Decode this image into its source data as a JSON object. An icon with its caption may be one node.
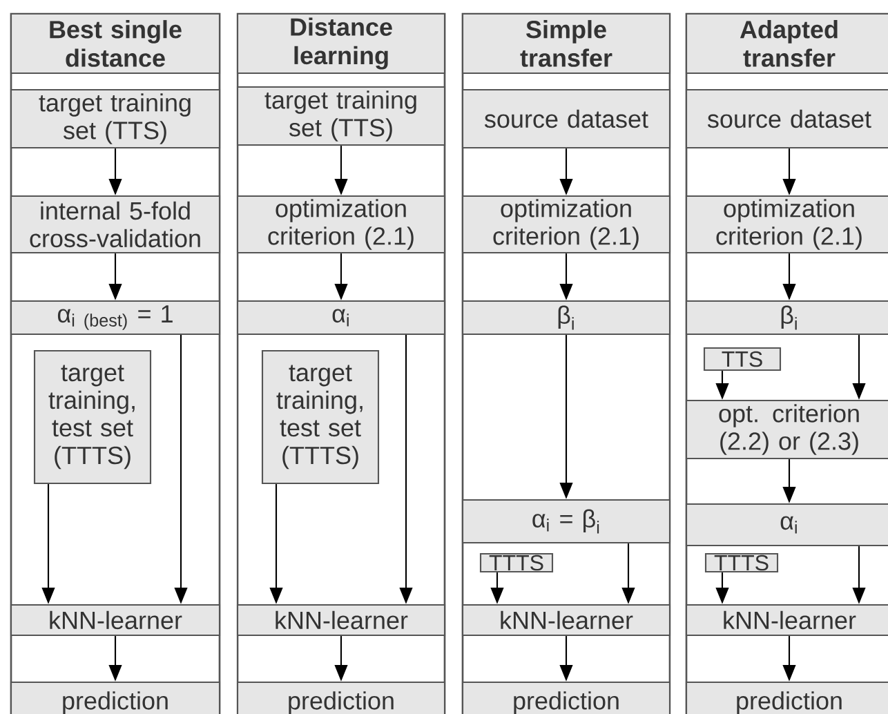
{
  "diagram": {
    "nodes": [
      {
        "text": [],
        "shape": "box"
      },
      {
        "text": [
          "Best single distance"
        ],
        "in": 0
      },
      {
        "text": [
          "target training set (TTS)"
        ],
        "in": 0
      },
      {
        "text": [
          "internal 5-fold cross-validation"
        ],
        "in": 0
      },
      {
        "text": [
          "\\text{α}_{\\text{i (best)}}\\text{ = 1}"
        ],
        "in": 0
      },
      {
        "text": [
          "target training, test set (TTTS)"
        ],
        "in": 0
      },
      {
        "text": [
          "kNN-learner"
        ],
        "in": 0
      },
      {
        "text": [
          "prediction"
        ],
        "in": 0
      },
      {
        "text": [],
        "shape": "box"
      },
      {
        "text": [
          "Distance learning"
        ],
        "in": 8
      },
      {
        "text": [
          "target training set (TTS)"
        ],
        "in": 8
      },
      {
        "text": [
          "optimization criterion (2.1)"
        ],
        "in": 8
      },
      {
        "text": [
          "\\text{α}_{\\text{i}}"
        ],
        "in": 8
      },
      {
        "text": [
          "target training, test set (TTTS)"
        ],
        "in": 8
      },
      {
        "text": [
          "kNN-learner"
        ],
        "in": 8
      },
      {
        "text": [
          "prediction"
        ],
        "in": 8
      },
      {
        "text": [],
        "shape": "box"
      },
      {
        "text": [
          "Simple transfer"
        ],
        "in": 16
      },
      {
        "text": [
          "source dataset"
        ],
        "in": 16
      },
      {
        "text": [
          "optimization criterion (2.1)"
        ],
        "in": 16
      },
      {
        "text": [
          "\\text{β}_{\\text{i}}"
        ],
        "in": 16
      },
      {
        "text": [
          "\\text{α}_{\\text{i}}\\text{ = β}_{\\text{i}}"
        ],
        "in": 16
      },
      {
        "text": [
          "TTTS"
        ],
        "in": 16
      },
      {
        "text": [
          "kNN-learner"
        ],
        "in": 16
      },
      {
        "text": [
          "prediction"
        ],
        "in": 16
      },
      {
        "text": [],
        "shape": "box"
      },
      {
        "text": [
          "Adapted transfer"
        ],
        "in": 25
      },
      {
        "text": [
          "source dataset"
        ],
        "in": 25
      },
      {
        "text": [
          "optimization criterion (2.1)"
        ],
        "in": 25
      },
      {
        "text": [
          "\\text{β}_{\\text{i}}"
        ],
        "in": 25
      },
      {
        "text": [
          "TTS"
        ],
        "in": 25
      },
      {
        "text": [
          "opt. criterion (2.2) or (2.3)"
        ],
        "in": 25
      },
      {
        "text": [
          "\\text{α}_{\\text{i}}"
        ],
        "in": 25
      },
      {
        "text": [
          "TTTS"
        ],
        "in": 25
      },
      {
        "text": [
          "kNN-learner"
        ],
        "in": 25
      },
      {
        "text": [
          "prediction"
        ],
        "in": 25
      }
    ],
    "edges": [
      {
        "from": 2,
        "to": 3,
        "arrow": "to"
      },
      {
        "from": 3,
        "to": 4,
        "arrow": "to"
      },
      {
        "from": 5,
        "to": 6,
        "arrow": "to"
      },
      {
        "from": 4,
        "to": 6,
        "arrow": "to"
      },
      {
        "from": 6,
        "to": 7,
        "arrow": "to"
      },
      {
        "from": 10,
        "to": 11,
        "arrow": "to"
      },
      {
        "from": 11,
        "to": 12,
        "arrow": "to"
      },
      {
        "from": 13,
        "to": 14,
        "arrow": "to"
      },
      {
        "from": 12,
        "to": 14,
        "arrow": "to"
      },
      {
        "from": 14,
        "to": 15,
        "arrow": "to"
      },
      {
        "from": 18,
        "to": 19,
        "arrow": "to"
      },
      {
        "from": 19,
        "to": 20,
        "arrow": "to"
      },
      {
        "from": 20,
        "to": 21,
        "arrow": "to"
      },
      {
        "from": 22,
        "to": 23,
        "arrow": "to"
      },
      {
        "from": 21,
        "to": 23,
        "arrow": "to"
      },
      {
        "from": 23,
        "to": 24,
        "arrow": "to"
      },
      {
        "from": 27,
        "to": 28,
        "arrow": "to"
      },
      {
        "from": 28,
        "to": 29,
        "arrow": "to"
      },
      {
        "from": 30,
        "to": 31,
        "arrow": "to"
      },
      {
        "from": 29,
        "to": 31,
        "arrow": "to"
      },
      {
        "from": 31,
        "to": 32,
        "arrow": "to"
      },
      {
        "from": 33,
        "to": 34,
        "arrow": "to"
      },
      {
        "from": 32,
        "to": 34,
        "arrow": "to"
      },
      {
        "from": 34,
        "to": 35,
        "arrow": "to"
      }
    ]
  }
}
